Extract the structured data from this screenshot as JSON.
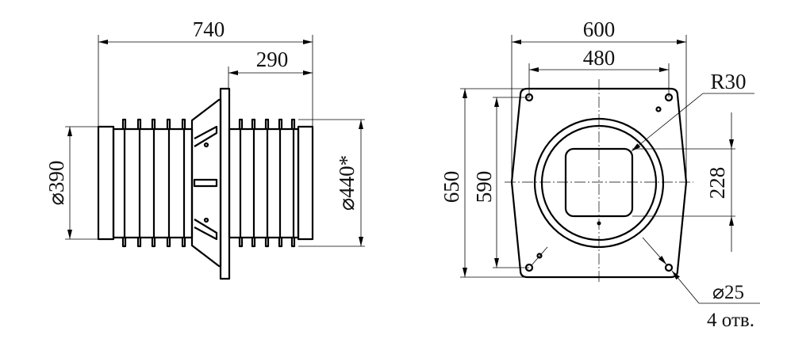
{
  "side_view": {
    "overall_length": "740",
    "flange_to_end": "290",
    "diameter_end": "⌀390",
    "diameter_fins": "⌀440*"
  },
  "front_view": {
    "overall_width": "600",
    "hole_spacing_width": "480",
    "overall_height": "650",
    "hole_spacing_height": "590",
    "window_size": "228",
    "corner_radius": "R30",
    "hole_diameter": "⌀25",
    "hole_count": "4 отв."
  }
}
